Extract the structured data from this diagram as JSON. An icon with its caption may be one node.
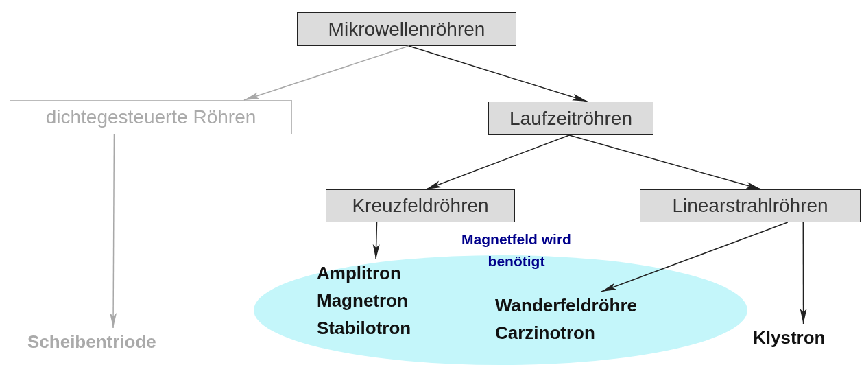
{
  "diagram": {
    "nodes": [
      {
        "text": [
          "Mikrowellenröhren"
        ]
      },
      {
        "text": [
          "dichtegesteuerte Röhren"
        ]
      },
      {
        "text": [
          "Laufzeitröhren"
        ]
      },
      {
        "text": [
          "Kreuzfeldröhren"
        ]
      },
      {
        "text": [
          "Linearstrahlröhren"
        ]
      },
      {
        "text": [
          "Scheibentriode"
        ]
      },
      {
        "text": [
          "Magnetfeld wird benötigt"
        ]
      },
      {
        "text": [
          "Amplitron Magnetron Stabilotron"
        ],
        "in": 6
      },
      {
        "text": [
          "Wanderfeldröhre Carzinotron"
        ],
        "in": 6
      },
      {
        "text": [
          "Klystron"
        ]
      }
    ],
    "edges": [
      {
        "from": 0,
        "to": 1,
        "arrow": "to",
        "color": "#a8a8a8"
      },
      {
        "from": 0,
        "to": 2,
        "arrow": "to"
      },
      {
        "from": 1,
        "to": 5,
        "arrow": "to",
        "color": "#a8a8a8"
      },
      {
        "from": 2,
        "to": 3,
        "arrow": "to"
      },
      {
        "from": 2,
        "to": 4,
        "arrow": "to"
      },
      {
        "from": 3,
        "to": 7,
        "arrow": "to"
      },
      {
        "from": 4,
        "to": 8,
        "arrow": "to"
      },
      {
        "from": 4,
        "to": 9,
        "arrow": "to"
      }
    ]
  }
}
